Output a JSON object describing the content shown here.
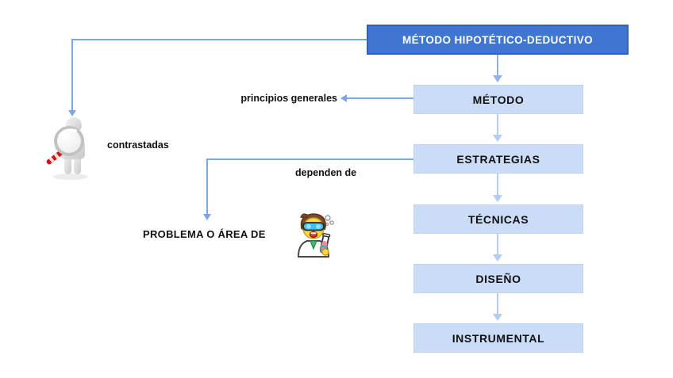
{
  "diagram": {
    "title_box": {
      "label": "MÉTODO HIPOTÉTICO-DEDUCTIVO"
    },
    "chain": [
      {
        "label": "MÉTODO"
      },
      {
        "label": "ESTRATEGIAS"
      },
      {
        "label": "TÉCNICAS"
      },
      {
        "label": "DISEÑO"
      },
      {
        "label": "INSTRUMENTAL"
      }
    ],
    "annotations": {
      "principios_generales": "principios generales",
      "contrastadas": "contrastadas",
      "dependen_de": "dependen de",
      "problema_area": "PROBLEMA O ÁREA DE"
    },
    "icons": [
      {
        "name": "magnifier-figure-icon",
        "description": "3D white figure holding a magnifying glass with red handle"
      },
      {
        "name": "scientist-icon",
        "description": "cartoon scientist with goggles holding a pink test tube"
      }
    ],
    "colors": {
      "title_fill": "#3e76d1",
      "title_border": "#2f62b4",
      "title_text": "#ffffff",
      "chain_fill": "#cadcf6",
      "chain_text": "#111111",
      "chain_arrow": "#b3ccf3",
      "chain_arrow_first": "#8fb2e8",
      "connector": "#7da6e8",
      "background": "#ffffff"
    }
  }
}
